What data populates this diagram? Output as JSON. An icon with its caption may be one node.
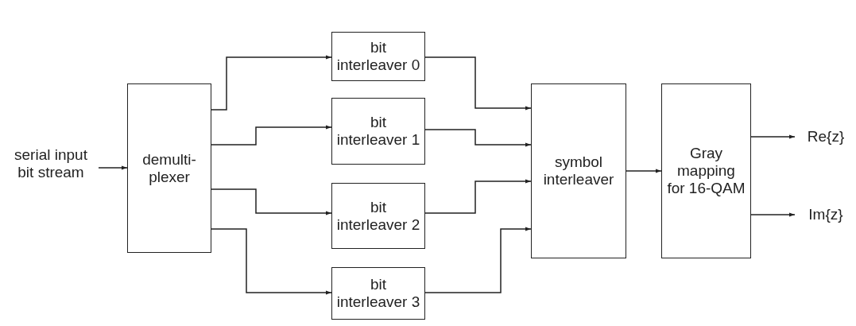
{
  "diagram": {
    "nodes": [
      {
        "text": [
          "serial input bit stream"
        ]
      },
      {
        "text": [
          "demulti- plexer"
        ]
      },
      {
        "text": [
          "bit interleaver 0"
        ]
      },
      {
        "text": [
          "bit interleaver 1"
        ]
      },
      {
        "text": [
          "bit interleaver 2"
        ]
      },
      {
        "text": [
          "bit interleaver 3"
        ]
      },
      {
        "text": [
          "symbol interleaver"
        ]
      },
      {
        "text": [
          "Gray mapping for 16-QAM"
        ]
      },
      {
        "text": [
          "Re{z}"
        ]
      },
      {
        "text": [
          "Im{z}"
        ]
      }
    ],
    "edges": [
      {
        "from": 0,
        "to": 1,
        "arrow": "to"
      },
      {
        "from": 1,
        "to": 2,
        "arrow": "to"
      },
      {
        "from": 1,
        "to": 3,
        "arrow": "to"
      },
      {
        "from": 1,
        "to": 4,
        "arrow": "to"
      },
      {
        "from": 1,
        "to": 5,
        "arrow": "to"
      },
      {
        "from": 2,
        "to": 6,
        "arrow": "to"
      },
      {
        "from": 3,
        "to": 6,
        "arrow": "to"
      },
      {
        "from": 4,
        "to": 6,
        "arrow": "to"
      },
      {
        "from": 5,
        "to": 6,
        "arrow": "to"
      },
      {
        "from": 6,
        "to": 7,
        "arrow": "to"
      },
      {
        "from": 7,
        "to": 8,
        "arrow": "to"
      },
      {
        "from": 7,
        "to": 9,
        "arrow": "to"
      }
    ]
  }
}
